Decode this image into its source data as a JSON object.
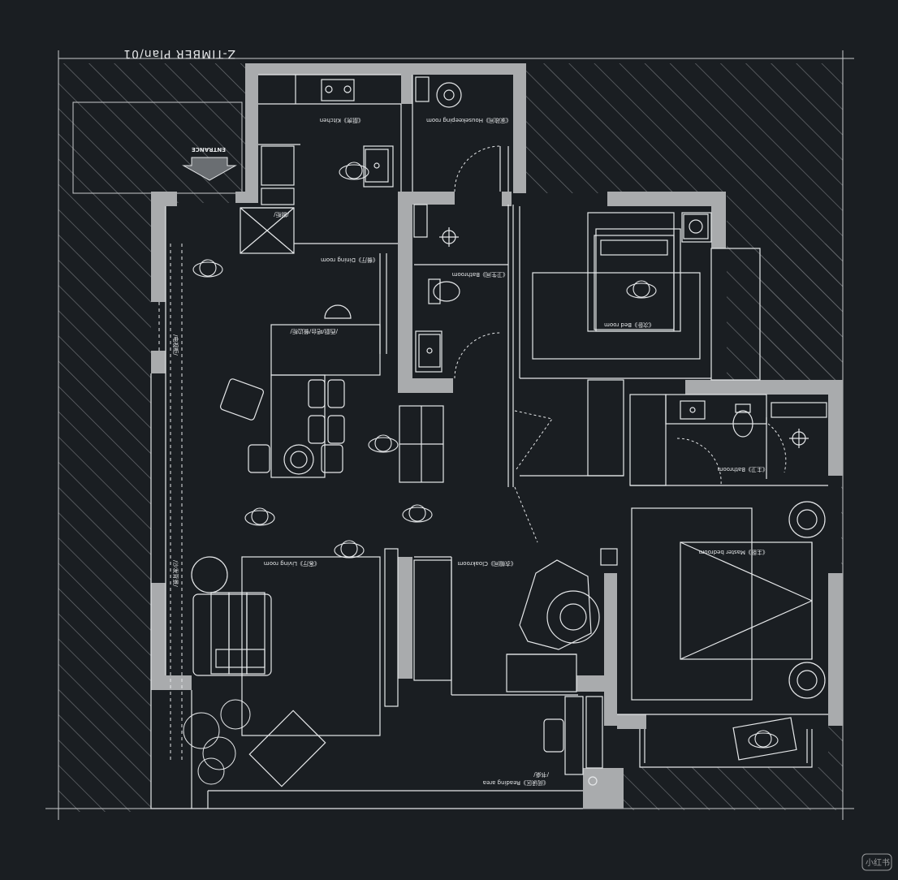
{
  "plan": {
    "title": "Z-TIMBER   Plan/01",
    "entrance": "ENTRANCE",
    "watermark": "小红书"
  },
  "rooms": {
    "kitchen": "《厨房》Kitchen",
    "housekeeping": "《家政间》Housekeeping room",
    "dining": "《餐厅》Dining room",
    "bathroom_1": "《卫生间》Bathroom",
    "bedroom": "《次卧》Bed room",
    "bathroom_2": "《主卫》Bathroom",
    "living": "《客厅》Living room",
    "cloakroom": "《衣帽间》Cloakroom",
    "master_bedroom": "《主卧》Master bedroom",
    "reading": "《阅读区》Reading area"
  },
  "annotations": {
    "dining_cabinet": "/橱柜/",
    "island": "/西厨/吧台/餐边柜/",
    "tv_wall": "/电视柜/",
    "sofa_wall": "/沙发背景/",
    "reading_desk": "/书桌/"
  },
  "colors": {
    "background": "#1a1e22",
    "wall": "#a9abad",
    "line": "#e6e8ea",
    "hatch": "#6a6e72"
  }
}
